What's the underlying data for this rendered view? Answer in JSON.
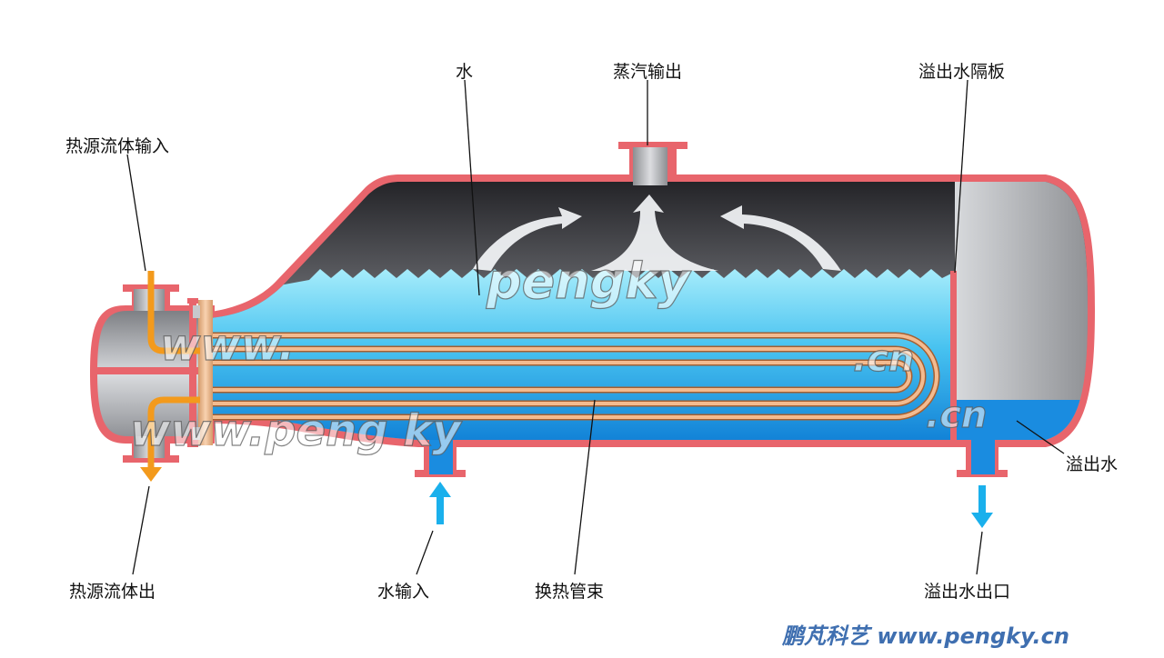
{
  "labels": {
    "water": "水",
    "steam_out": "蒸汽输出",
    "overflow_baffle": "溢出水隔板",
    "heat_fluid_in": "热源流体输入",
    "overflow_water": "溢出水",
    "heat_fluid_out": "热源流体出",
    "water_in": "水输入",
    "tube_bundle": "换热管束",
    "overflow_outlet": "溢出水出口"
  },
  "watermarks": {
    "center": "pengky",
    "left_top": "www.",
    "right_top": ".cn",
    "left_bottom": "www.peng ky",
    "right_bottom": ".cn"
  },
  "credit": "鹏芃科艺 www.pengky.cn",
  "colors": {
    "shell": "#e8656c",
    "water_light": "#8fe3f7",
    "water_deep": "#1a8ce0",
    "steam_dark": "#2a2a2e",
    "tube": "#e9a978",
    "hot_fluid": "#f39a1c",
    "water_arrow": "#1ab0ec"
  },
  "icons": {
    "inlet_arrow": "arrow-up-icon",
    "outlet_arrow": "arrow-down-icon",
    "steam_arrows": "curved-arrow-icon"
  }
}
